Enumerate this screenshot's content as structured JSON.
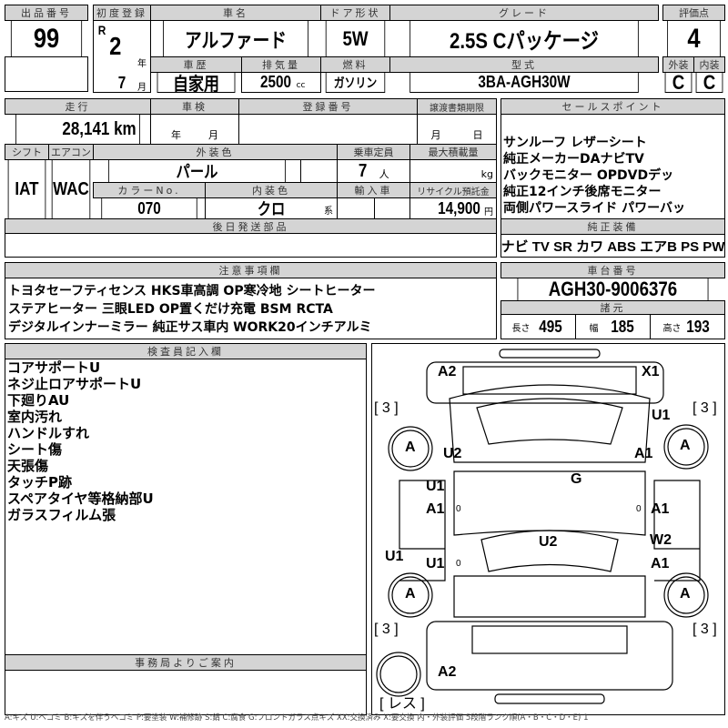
{
  "lot": {
    "label": "出品番号",
    "value": "99"
  },
  "first_reg": {
    "label": "初度登録",
    "era": "R",
    "year": "2",
    "year_unit": "年",
    "month": "7",
    "month_unit": "月"
  },
  "car_name": {
    "label": "車名",
    "value": "アルファード"
  },
  "door": {
    "label": "ドア形状",
    "value": "5W"
  },
  "grade": {
    "label": "グレード",
    "value": "2.5S Cパッケージ"
  },
  "history": {
    "label": "車歴",
    "value": "自家用"
  },
  "displacement": {
    "label": "排気量",
    "value": "2500",
    "unit": "cc"
  },
  "fuel": {
    "label": "燃料",
    "value": "ガソリン"
  },
  "model": {
    "label": "型式",
    "value": "3BA-AGH30W"
  },
  "score": {
    "label": "評価点",
    "value": "4",
    "ext_label": "外装",
    "int_label": "内装",
    "ext": "C",
    "int": "C"
  },
  "mileage": {
    "label": "走行",
    "value": "28,141 km"
  },
  "inspection": {
    "label": "車検",
    "year": "年",
    "month": "月"
  },
  "reg_no": {
    "label": "登録番号"
  },
  "transfer": {
    "label": "譲渡書類期限",
    "month": "月",
    "day": "日"
  },
  "shift": {
    "label": "シフト",
    "value": "IAT"
  },
  "ac": {
    "label": "エアコン",
    "value": "WAC"
  },
  "ext_color": {
    "label": "外装色",
    "value": "パール"
  },
  "capacity": {
    "label": "乗車定員",
    "value": "7",
    "unit": "人"
  },
  "max_load": {
    "label": "最大積載量",
    "unit": "kg"
  },
  "color_no": {
    "label": "カラーNo.",
    "value": "070"
  },
  "int_color": {
    "label": "内装色",
    "value": "クロ",
    "unit": "系"
  },
  "import": {
    "label": "輸入車"
  },
  "recycle": {
    "label": "リサイクル預託金",
    "value": "14,900",
    "unit": "円"
  },
  "later_parts": {
    "label": "後日発送部品"
  },
  "sales_points": {
    "label": "セールスポイント",
    "lines": [
      "サンルーフ レザーシート",
      "純正メーカーDAナビTV",
      "バックモニター OPDVDデッ",
      "純正12インチ後席モニター",
      "両側パワースライド パワーバッ"
    ]
  },
  "equipment": {
    "label": "純正装備",
    "value": "ナビ TV SR カワ ABS エアB PS PW"
  },
  "notes": {
    "label": "注意事項欄",
    "lines": [
      "トヨタセーフティセンス HKS車高調 OP寒冷地 シートヒーター",
      "ステアヒーター 三眼LED OP置くだけ充電 BSM RCTA",
      "デジタルインナーミラー 純正サス車内 WORK20インチアルミ"
    ]
  },
  "chassis": {
    "label": "車台番号",
    "value": "AGH30-9006376"
  },
  "specs": {
    "label": "諸元",
    "length_label": "長さ",
    "length": "495",
    "width_label": "幅",
    "width": "185",
    "height_label": "高さ",
    "height": "193"
  },
  "inspector": {
    "label": "検査員記入欄",
    "lines": [
      "コアサポートU",
      "ネジ止ロアサポートU",
      "下廻りAU",
      "室内汚れ",
      "ハンドルすれ",
      "シート傷",
      "天張傷",
      "タッチP跡",
      "スペアタイヤ等格納部U",
      "ガラスフィルム張"
    ]
  },
  "office": {
    "label": "事務局よりご案内"
  },
  "diagram": {
    "marks": [
      "A2",
      "X1",
      "[ 3 ]",
      "[ 3 ]",
      "U1",
      "A",
      "U2",
      "A1",
      "A",
      "G",
      "U1",
      "A1",
      "0",
      "0",
      "A1",
      "U2",
      "W2",
      "U1",
      "U1",
      "0",
      "A1",
      "A",
      "A",
      "[ 3 ]",
      "[ 3 ]",
      "A2",
      "[ レス ]"
    ]
  },
  "legend": "A:キズ U:ヘコミ B:キズを伴うヘコミ P:要塗装 W:補修跡 S:錆 C:腐食 G:フロントガラス点キズ XX:交換済み X:要交換 内・外装評価 5段階ランク順(A・B・C・D・E) 1"
}
